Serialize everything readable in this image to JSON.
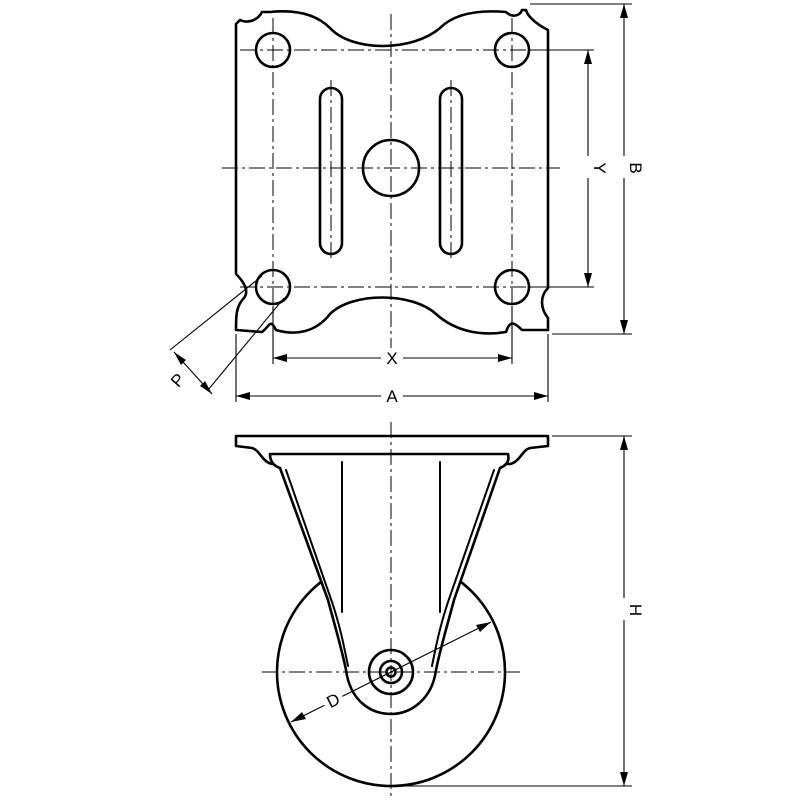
{
  "dimensions": {
    "x": "X",
    "a": "A",
    "y": "Y",
    "b": "B",
    "p": "P",
    "h": "H",
    "d": "D"
  },
  "colors": {
    "line": "#000000",
    "background": "#ffffff"
  }
}
